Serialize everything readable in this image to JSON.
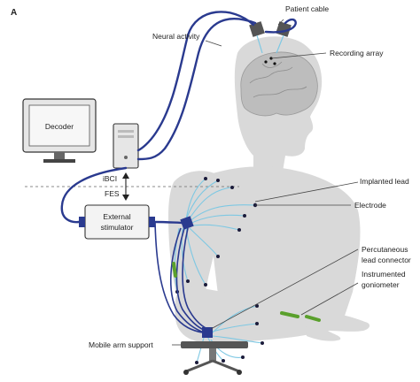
{
  "panel_label": "A",
  "labels": {
    "patient_cable": "Patient cable",
    "neural_activity": "Neural activity",
    "recording_array": "Recording array",
    "decoder": "Decoder",
    "ibci": "iBCI",
    "fes": "FES",
    "external_stimulator_line1": "External",
    "external_stimulator_line2": "stimulator",
    "implanted_lead": "Implanted lead",
    "electrode": "Electrode",
    "percutaneous_line1": "Percutaneous",
    "percutaneous_line2": "lead connector",
    "goniometer_line1": "Instrumented",
    "goniometer_line2": "goniometer",
    "mobile_arm_support": "Mobile arm support"
  },
  "colors": {
    "cable": "#2a3a8f",
    "lead": "#7ec8e3",
    "body": "#d9d9d9",
    "brain": "#bdbdbd",
    "device_fill": "#e6e6e6",
    "goniometer": "#5aa02c"
  }
}
